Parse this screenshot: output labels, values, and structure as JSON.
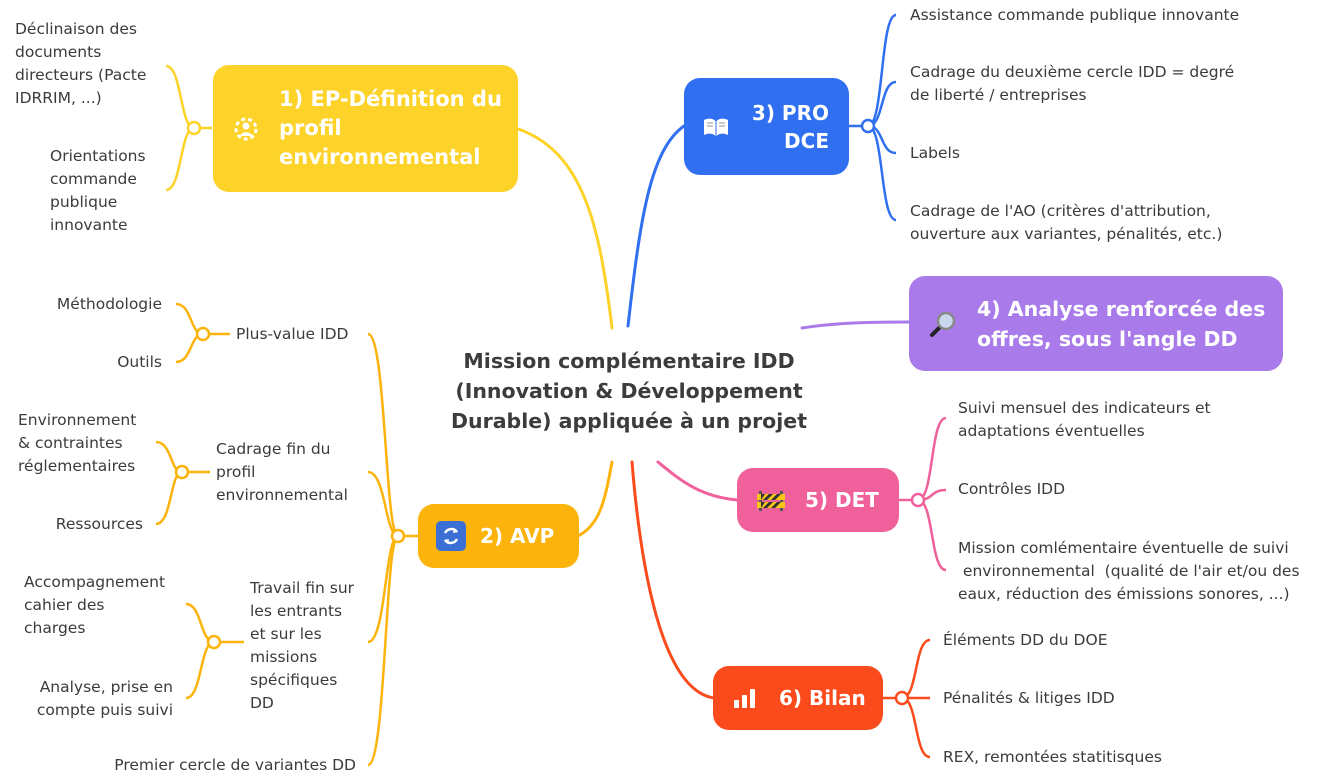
{
  "center": {
    "line1": "Mission complémentaire IDD",
    "line2": "(Innovation & Développement",
    "line3": "Durable) appliquée à un projet"
  },
  "branches": [
    {
      "id": "b1",
      "line1": "1) EP-Définition du",
      "line2": "profil",
      "line3": "environnemental",
      "color": "#fdd229",
      "icon": "person-gear-icon"
    },
    {
      "id": "b2",
      "label": "2) AVP",
      "color": "#fcb30c",
      "icon": "refresh-icon"
    },
    {
      "id": "b3",
      "line1": "3) PRO",
      "line2": "DCE",
      "color": "#2f6ff0",
      "icon": "book-icon"
    },
    {
      "id": "b4",
      "line1": "4) Analyse renforcée des",
      "line2": "offres, sous l'angle DD",
      "color": "#a97bea",
      "icon": "magnifier-icon"
    },
    {
      "id": "b5",
      "label": "5) DET",
      "color": "#f0609a",
      "icon": "construction-barrier-icon"
    },
    {
      "id": "b6",
      "label": "6) Bilan",
      "color": "#fb4b1c",
      "icon": "bar-chart-icon"
    }
  ],
  "leaves": {
    "b1": [
      [
        "Déclinaison des",
        "documents",
        "directeurs (Pacte",
        "IDRRIM, ...)"
      ],
      [
        "Orientations",
        "commande",
        "publique",
        "innovante"
      ]
    ],
    "b2": {
      "plus_value": {
        "label": "Plus-value IDD",
        "children": [
          "Méthodologie",
          "Outils"
        ]
      },
      "cadrage": {
        "label": [
          "Cadrage fin du",
          "profil",
          "environnemental"
        ],
        "children": [
          [
            "Environnement",
            "& contraintes",
            "réglementaires"
          ],
          "Ressources"
        ]
      },
      "travail": {
        "label": [
          "Travail fin sur",
          "les entrants",
          "et sur les",
          "missions",
          "spécifiques",
          "DD"
        ],
        "children": [
          [
            "Accompagnement",
            "cahier des",
            "charges"
          ],
          [
            "Analyse, prise en",
            "compte puis suivi"
          ]
        ]
      },
      "premier": "Premier cercle de variantes DD"
    },
    "b3": [
      [
        "Assistance commande publique innovante"
      ],
      [
        "Cadrage du deuxième cercle IDD = degré",
        "de liberté / entreprises"
      ],
      [
        "Labels"
      ],
      [
        "Cadrage de l'AO (critères d'attribution,",
        "ouverture aux variantes, pénalités, etc.)"
      ]
    ],
    "b5": [
      [
        "Suivi mensuel des indicateurs et",
        "adaptations éventuelles"
      ],
      [
        "Contrôles IDD"
      ],
      [
        "Mission comlémentaire éventuelle de suivi",
        " environnemental  (qualité de l'air et/ou des",
        "eaux, réduction des émissions sonores, ...)"
      ]
    ],
    "b6": [
      [
        "Éléments DD du DOE"
      ],
      [
        "Pénalités & litiges IDD"
      ],
      [
        "REX, remontées statitisques"
      ]
    ]
  }
}
